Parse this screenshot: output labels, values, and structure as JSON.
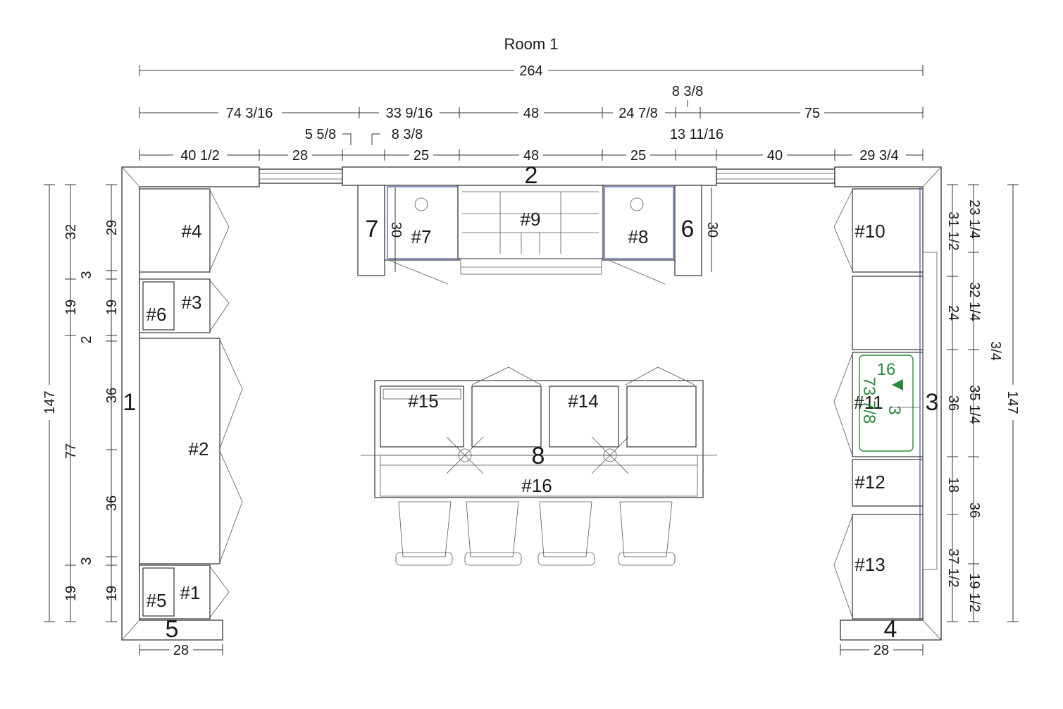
{
  "title": "Room 1",
  "dims_top": {
    "overall": "264",
    "row2": [
      "74 3/16",
      "33 9/16",
      "48",
      "24 7/8",
      "75"
    ],
    "upper_8_3_8": "8 3/8",
    "row3_left_5_5_8": "5 5/8",
    "row3_left_8_3_8": "8 3/8",
    "row3_right_13_11_16": "13 11/16",
    "row4": [
      "40 1/2",
      "28",
      "25",
      "48",
      "25",
      "40",
      "29 3/4"
    ]
  },
  "dims_left": {
    "outer": "147",
    "mid": [
      "32",
      "3",
      "19",
      "2",
      "77",
      "3",
      "19"
    ],
    "inner": [
      "29",
      "19",
      "36",
      "36",
      "19"
    ]
  },
  "dims_right": {
    "outer": "147",
    "inner": [
      "23 1/4",
      "31 1/2",
      "32 1/4",
      "24",
      "3/4",
      "35 1/4",
      "36",
      "18",
      "36",
      "37 1/2",
      "19 1/2"
    ]
  },
  "dims_bottom": {
    "left": "28",
    "right": "28"
  },
  "side_30_left": "30",
  "side_30_right": "30",
  "walls": [
    "1",
    "2",
    "3",
    "4",
    "5",
    "6",
    "7",
    "8"
  ],
  "cabinets": [
    "#1",
    "#2",
    "#3",
    "#4",
    "#5",
    "#6",
    "#7",
    "#8",
    "#9",
    "#10",
    "#11",
    "#12",
    "#13",
    "#14",
    "#15",
    "#16"
  ],
  "sink_labels": {
    "a": "16",
    "b": "73 7/8",
    "c": "3"
  },
  "colors": {
    "line": "#333333",
    "accent_blue": "#3a4fa0",
    "accent_green": "#2a8a3a"
  }
}
